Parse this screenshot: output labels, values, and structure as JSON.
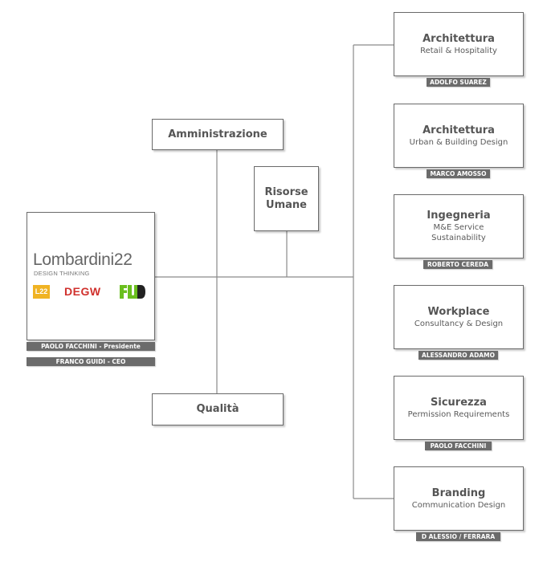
{
  "company": {
    "logo_text": "Lombardini22",
    "logo_subtitle": "DESIGN THINKING",
    "brands": [
      {
        "name": "L22",
        "color": "#f0b323"
      },
      {
        "name": "DEGW",
        "color": "#d0312d"
      },
      {
        "name": "FUD",
        "color": "#6bbf1f"
      }
    ],
    "president_tag": "PAOLO FACCHINI - Presidente",
    "ceo_tag": "FRANCO GUIDI - CEO"
  },
  "staff_units": {
    "amministrazione": "Amministrazione",
    "risorse_umane_line1": "Risorse",
    "risorse_umane_line2": "Umane",
    "qualita": "Qualità"
  },
  "divisions": [
    {
      "title": "Architettura",
      "lines": [
        "Retail & Hospitality"
      ],
      "lead": "ADOLFO SUAREZ"
    },
    {
      "title": "Architettura",
      "lines": [
        "Urban & Building Design"
      ],
      "lead": "MARCO AMOSSO"
    },
    {
      "title": "Ingegneria",
      "lines": [
        "M&E Service",
        "Sustainability"
      ],
      "lead": "ROBERTO CEREDA"
    },
    {
      "title": "Workplace",
      "lines": [
        "Consultancy & Design"
      ],
      "lead": "ALESSANDRO ADAMO"
    },
    {
      "title": "Sicurezza",
      "lines": [
        "Permission Requirements"
      ],
      "lead": "PAOLO FACCHINI"
    },
    {
      "title": "Branding",
      "lines": [
        "Communication Design"
      ],
      "lead": "D ALESSIO / FERRARA"
    }
  ],
  "colors": {
    "box_border": "#6a6a6a",
    "tag_background": "#6b6b6b",
    "connector": "#8a8a8a",
    "text": "#555555"
  }
}
